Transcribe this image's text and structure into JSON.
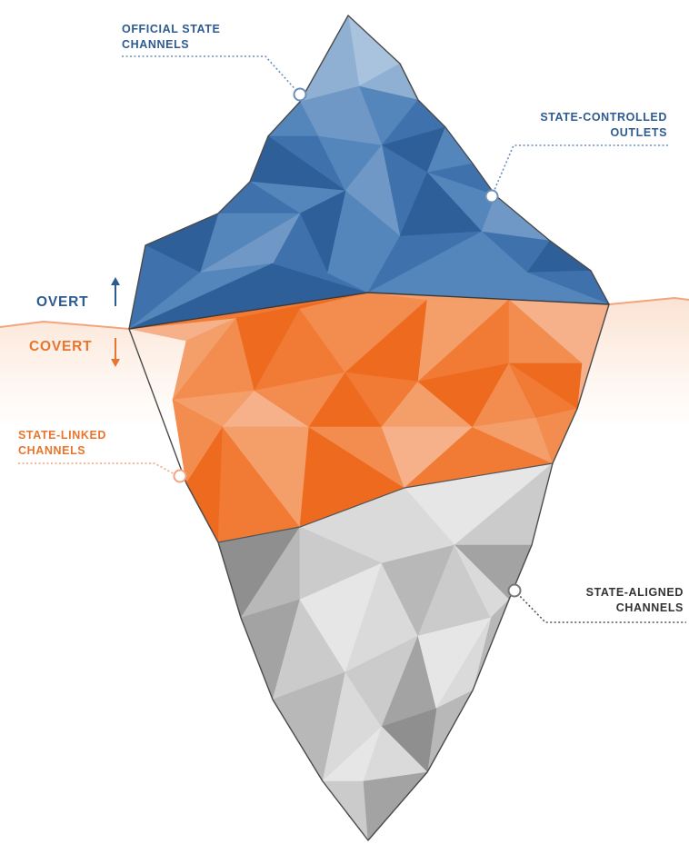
{
  "labels": {
    "official": [
      "OFFICIAL STATE",
      "CHANNELS"
    ],
    "controlled": [
      "STATE-CONTROLLED",
      "OUTLETS"
    ],
    "linked": [
      "STATE-LINKED",
      "CHANNELS"
    ],
    "aligned": [
      "STATE-ALIGNED",
      "CHANNELS"
    ],
    "overt": "OVERT",
    "covert": "COVERT"
  },
  "colors": {
    "blue_dark": "#2f5f98",
    "blue_light": "#a9c2dd",
    "orange_dark": "#ee6a1f",
    "orange_light": "#f6b08a",
    "gray_dark": "#8f8f8f",
    "gray_light": "#e6e6e6",
    "water": "#fdeee4",
    "waterline": "#f3a47e",
    "text_blue": "#2e5a92",
    "text_orange": "#e8752d",
    "text_dark": "#333333"
  }
}
